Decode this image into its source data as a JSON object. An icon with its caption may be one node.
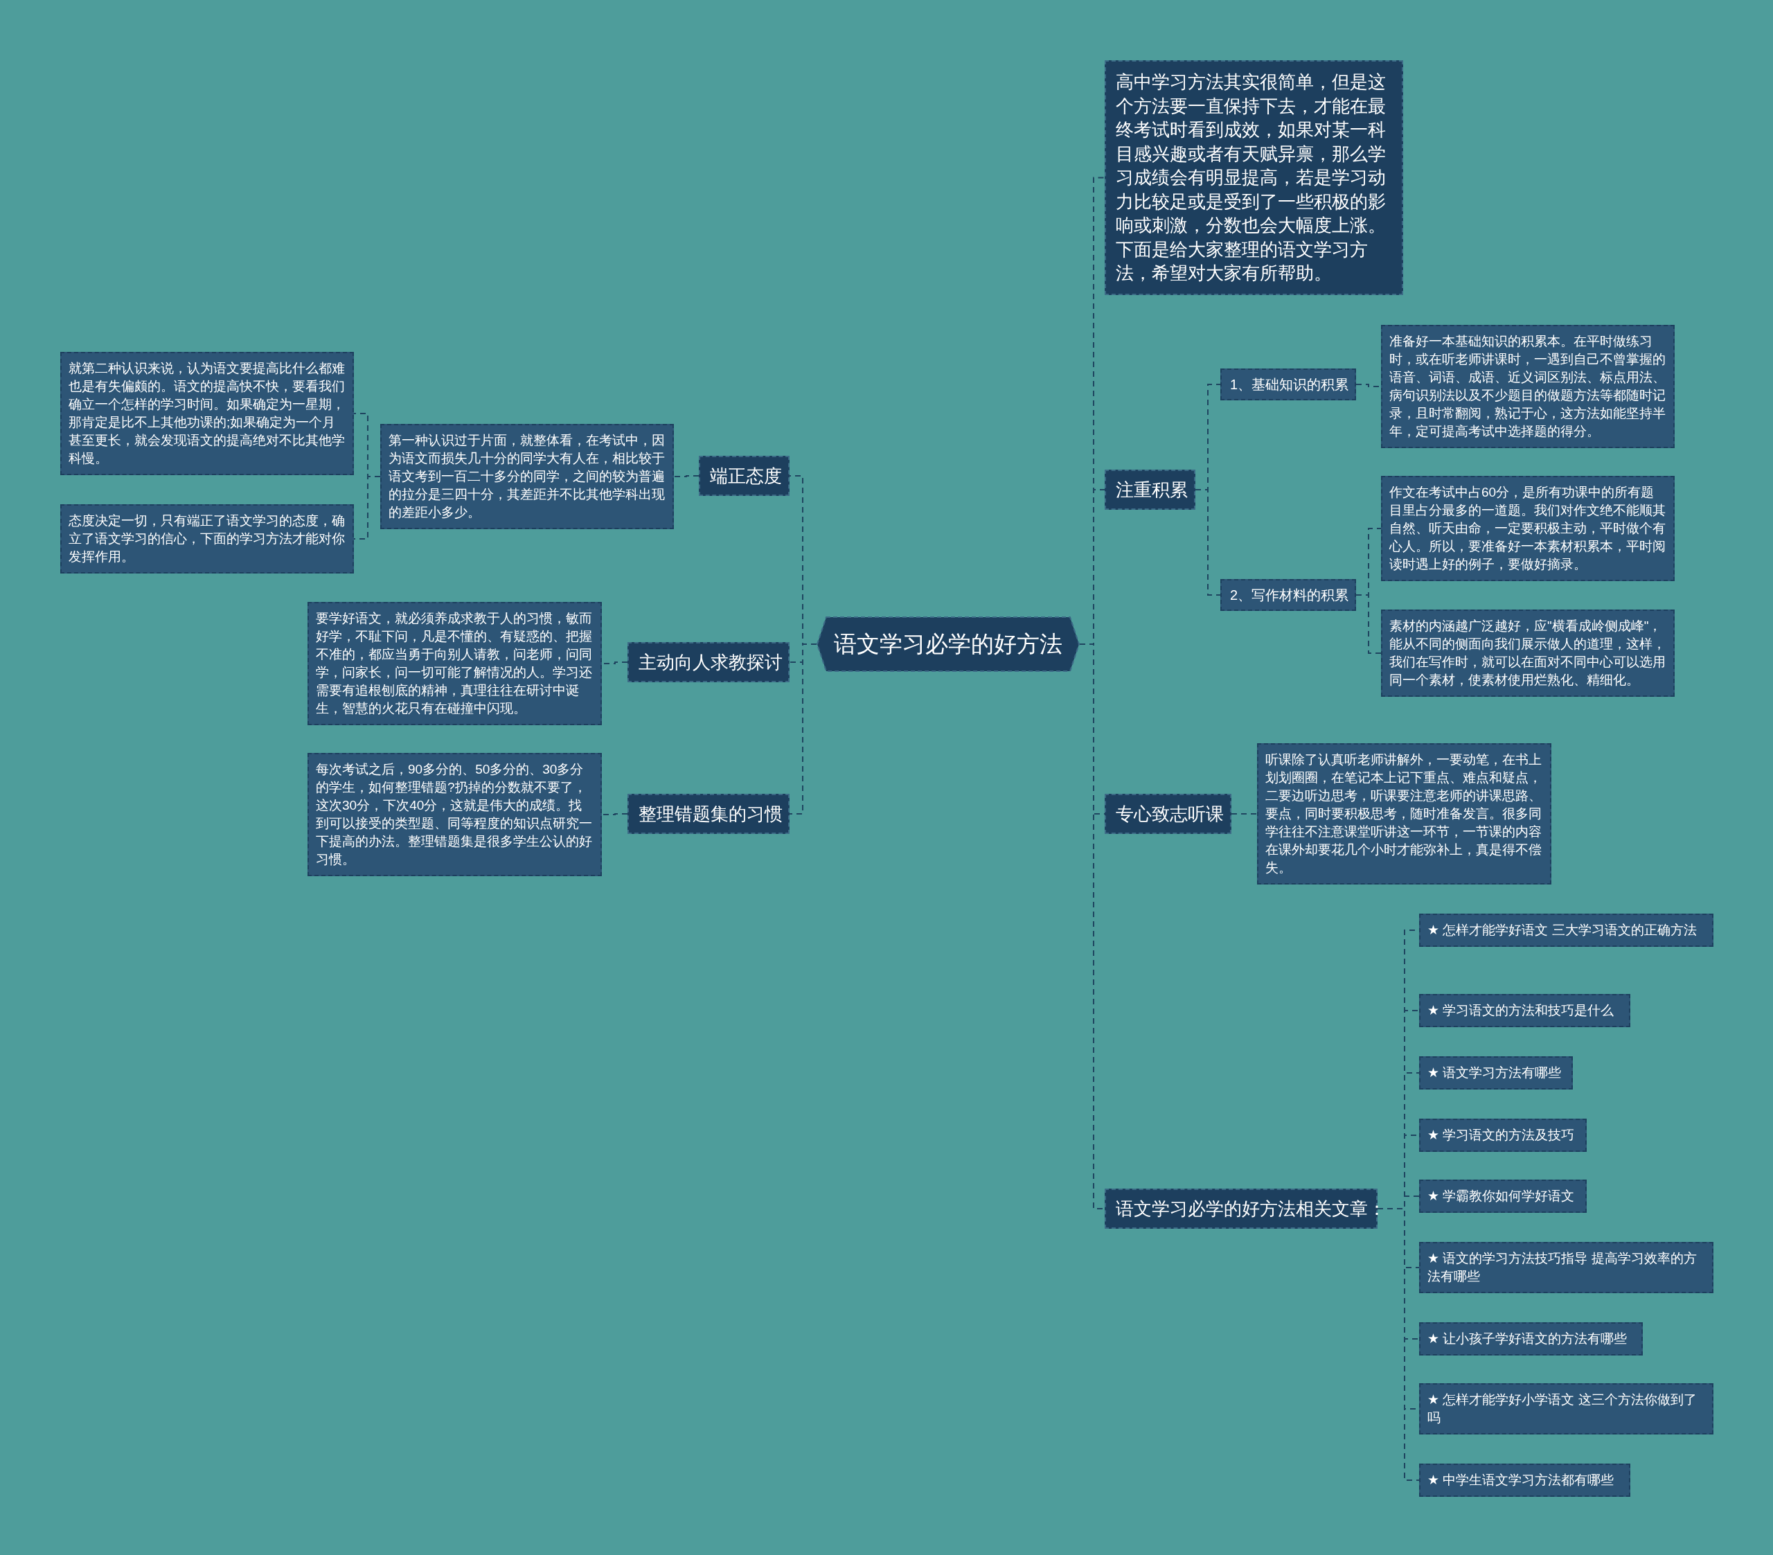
{
  "diagram": {
    "nodes": [
      {
        "text": [
          "语文学习必学的好方法"
        ]
      },
      {
        "text": [
          "端正态度"
        ]
      },
      {
        "text": [
          "第一种认识过于片面，就整体看，在考试中，因为语文而损失几十分的同学大有人在，相比较于语文考到一百二十多分的同学，之间的较为普遍的拉分是三四十分，其差距并不比其他学科出现的差距小多少。"
        ]
      },
      {
        "text": [
          "就第二种认识来说，认为语文要提高比什么都难也是有失偏颇的。语文的提高快不快，要看我们确立一个怎样的学习时间。如果确定为一星期，那肯定是比不上其他功课的;如果确定为一个月甚至更长，就会发现语文的提高绝对不比其他学科慢。"
        ]
      },
      {
        "text": [
          "态度决定一切，只有端正了语文学习的态度，确立了语文学习的信心，下面的学习方法才能对你发挥作用。"
        ]
      },
      {
        "text": [
          "主动向人求教探讨"
        ]
      },
      {
        "text": [
          "要学好语文，就必须养成求教于人的习惯，敏而好学，不耻下问，凡是不懂的、有疑惑的、把握不准的，都应当勇于向别人请教，问老师，问同学，问家长，问一切可能了解情况的人。学习还需要有追根刨底的精神，真理往往在研讨中诞生，智慧的火花只有在碰撞中闪现。"
        ]
      },
      {
        "text": [
          "整理错题集的习惯"
        ]
      },
      {
        "text": [
          "每次考试之后，90多分的、50多分的、30多分的学生，如何整理错题?扔掉的分数就不要了，这次30分，下次40分，这就是伟大的成绩。找到可以接受的类型题、同等程度的知识点研究一下提高的办法。整理错题集是很多学生公认的好习惯。"
        ]
      },
      {
        "text": [
          "高中学习方法其实很简单，但是这个方法要一直保持下去，才能在最终考试时看到成效，如果对某一科目感兴趣或者有天赋异禀，那么学习成绩会有明显提高，若是学习动力比较足或是受到了一些积极的影响或刺激，分数也会大幅度上涨。下面是给大家整理的语文学习方法，希望对大家有所帮助。"
        ]
      },
      {
        "text": [
          "注重积累"
        ]
      },
      {
        "text": [
          "1、基础知识的积累"
        ]
      },
      {
        "text": [
          "准备好一本基础知识的积累本。在平时做练习时，或在听老师讲课时，一遇到自己不曾掌握的语音、词语、成语、近义词区别法、标点用法、病句识别法以及不少题目的做题方法等都随时记录，且时常翻阅，熟记于心，这方法如能坚持半年，定可提高考试中选择题的得分。"
        ]
      },
      {
        "text": [
          "2、写作材料的积累"
        ]
      },
      {
        "text": [
          "作文在考试中占60分，是所有功课中的所有题目里占分最多的一道题。我们对作文绝不能顺其自然、听天由命，一定要积极主动，平时做个有心人。所以，要准备好一本素材积累本，平时阅读时遇上好的例子，要做好摘录。"
        ]
      },
      {
        "text": [
          "素材的内涵越广泛越好，应\"横看成岭侧成峰\"，能从不同的侧面向我们展示做人的道理，这样，我们在写作时，就可以在面对不同中心可以选用同一个素材，使素材使用烂熟化、精细化。"
        ]
      },
      {
        "text": [
          "专心致志听课"
        ]
      },
      {
        "text": [
          "听课除了认真听老师讲解外，一要动笔，在书上划划圈圈，在笔记本上记下重点、难点和疑点，二要边听边思考，听课要注意老师的讲课思路、要点，同时要积极思考，随时准备发言。很多同学往往不注意课堂听讲这一环节，一节课的内容在课外却要花几个小时才能弥补上，真是得不偿失。"
        ]
      },
      {
        "text": [
          "语文学习必学的好方法相关文章："
        ]
      },
      {
        "text": [
          "★ 怎样才能学好语文 三大学习语文的正确方法"
        ]
      },
      {
        "text": [
          "★ 学习语文的方法和技巧是什么"
        ]
      },
      {
        "text": [
          "★ 语文学习方法有哪些"
        ]
      },
      {
        "text": [
          "★ 学习语文的方法及技巧"
        ]
      },
      {
        "text": [
          "★ 学霸教你如何学好语文"
        ]
      },
      {
        "text": [
          "★ 语文的学习方法技巧指导 提高学习效率的方法有哪些"
        ]
      },
      {
        "text": [
          "★ 让小孩子学好语文的方法有哪些"
        ]
      },
      {
        "text": [
          "★ 怎样才能学好小学语文 这三个方法你做到了吗"
        ]
      },
      {
        "text": [
          "★ 中学生语文学习方法都有哪些"
        ]
      }
    ],
    "edges": [
      {
        "from": 0,
        "to": 1,
        "arrow": "none"
      },
      {
        "from": 1,
        "to": 2,
        "arrow": "none"
      },
      {
        "from": 2,
        "to": 3,
        "arrow": "none"
      },
      {
        "from": 2,
        "to": 4,
        "arrow": "none"
      },
      {
        "from": 0,
        "to": 5,
        "arrow": "none"
      },
      {
        "from": 5,
        "to": 6,
        "arrow": "none"
      },
      {
        "from": 0,
        "to": 7,
        "arrow": "none"
      },
      {
        "from": 7,
        "to": 8,
        "arrow": "none"
      },
      {
        "from": 0,
        "to": 9,
        "arrow": "none"
      },
      {
        "from": 0,
        "to": 10,
        "arrow": "none"
      },
      {
        "from": 10,
        "to": 11,
        "arrow": "none"
      },
      {
        "from": 11,
        "to": 12,
        "arrow": "none"
      },
      {
        "from": 10,
        "to": 13,
        "arrow": "none"
      },
      {
        "from": 13,
        "to": 14,
        "arrow": "none"
      },
      {
        "from": 13,
        "to": 15,
        "arrow": "none"
      },
      {
        "from": 0,
        "to": 16,
        "arrow": "none"
      },
      {
        "from": 16,
        "to": 17,
        "arrow": "none"
      },
      {
        "from": 0,
        "to": 18,
        "arrow": "none"
      },
      {
        "from": 18,
        "to": 19,
        "arrow": "none"
      },
      {
        "from": 18,
        "to": 20,
        "arrow": "none"
      },
      {
        "from": 18,
        "to": 21,
        "arrow": "none"
      },
      {
        "from": 18,
        "to": 22,
        "arrow": "none"
      },
      {
        "from": 18,
        "to": 23,
        "arrow": "none"
      },
      {
        "from": 18,
        "to": 24,
        "arrow": "none"
      },
      {
        "from": 18,
        "to": 25,
        "arrow": "none"
      },
      {
        "from": 18,
        "to": 26,
        "arrow": "none"
      },
      {
        "from": 18,
        "to": 27,
        "arrow": "none"
      }
    ]
  }
}
